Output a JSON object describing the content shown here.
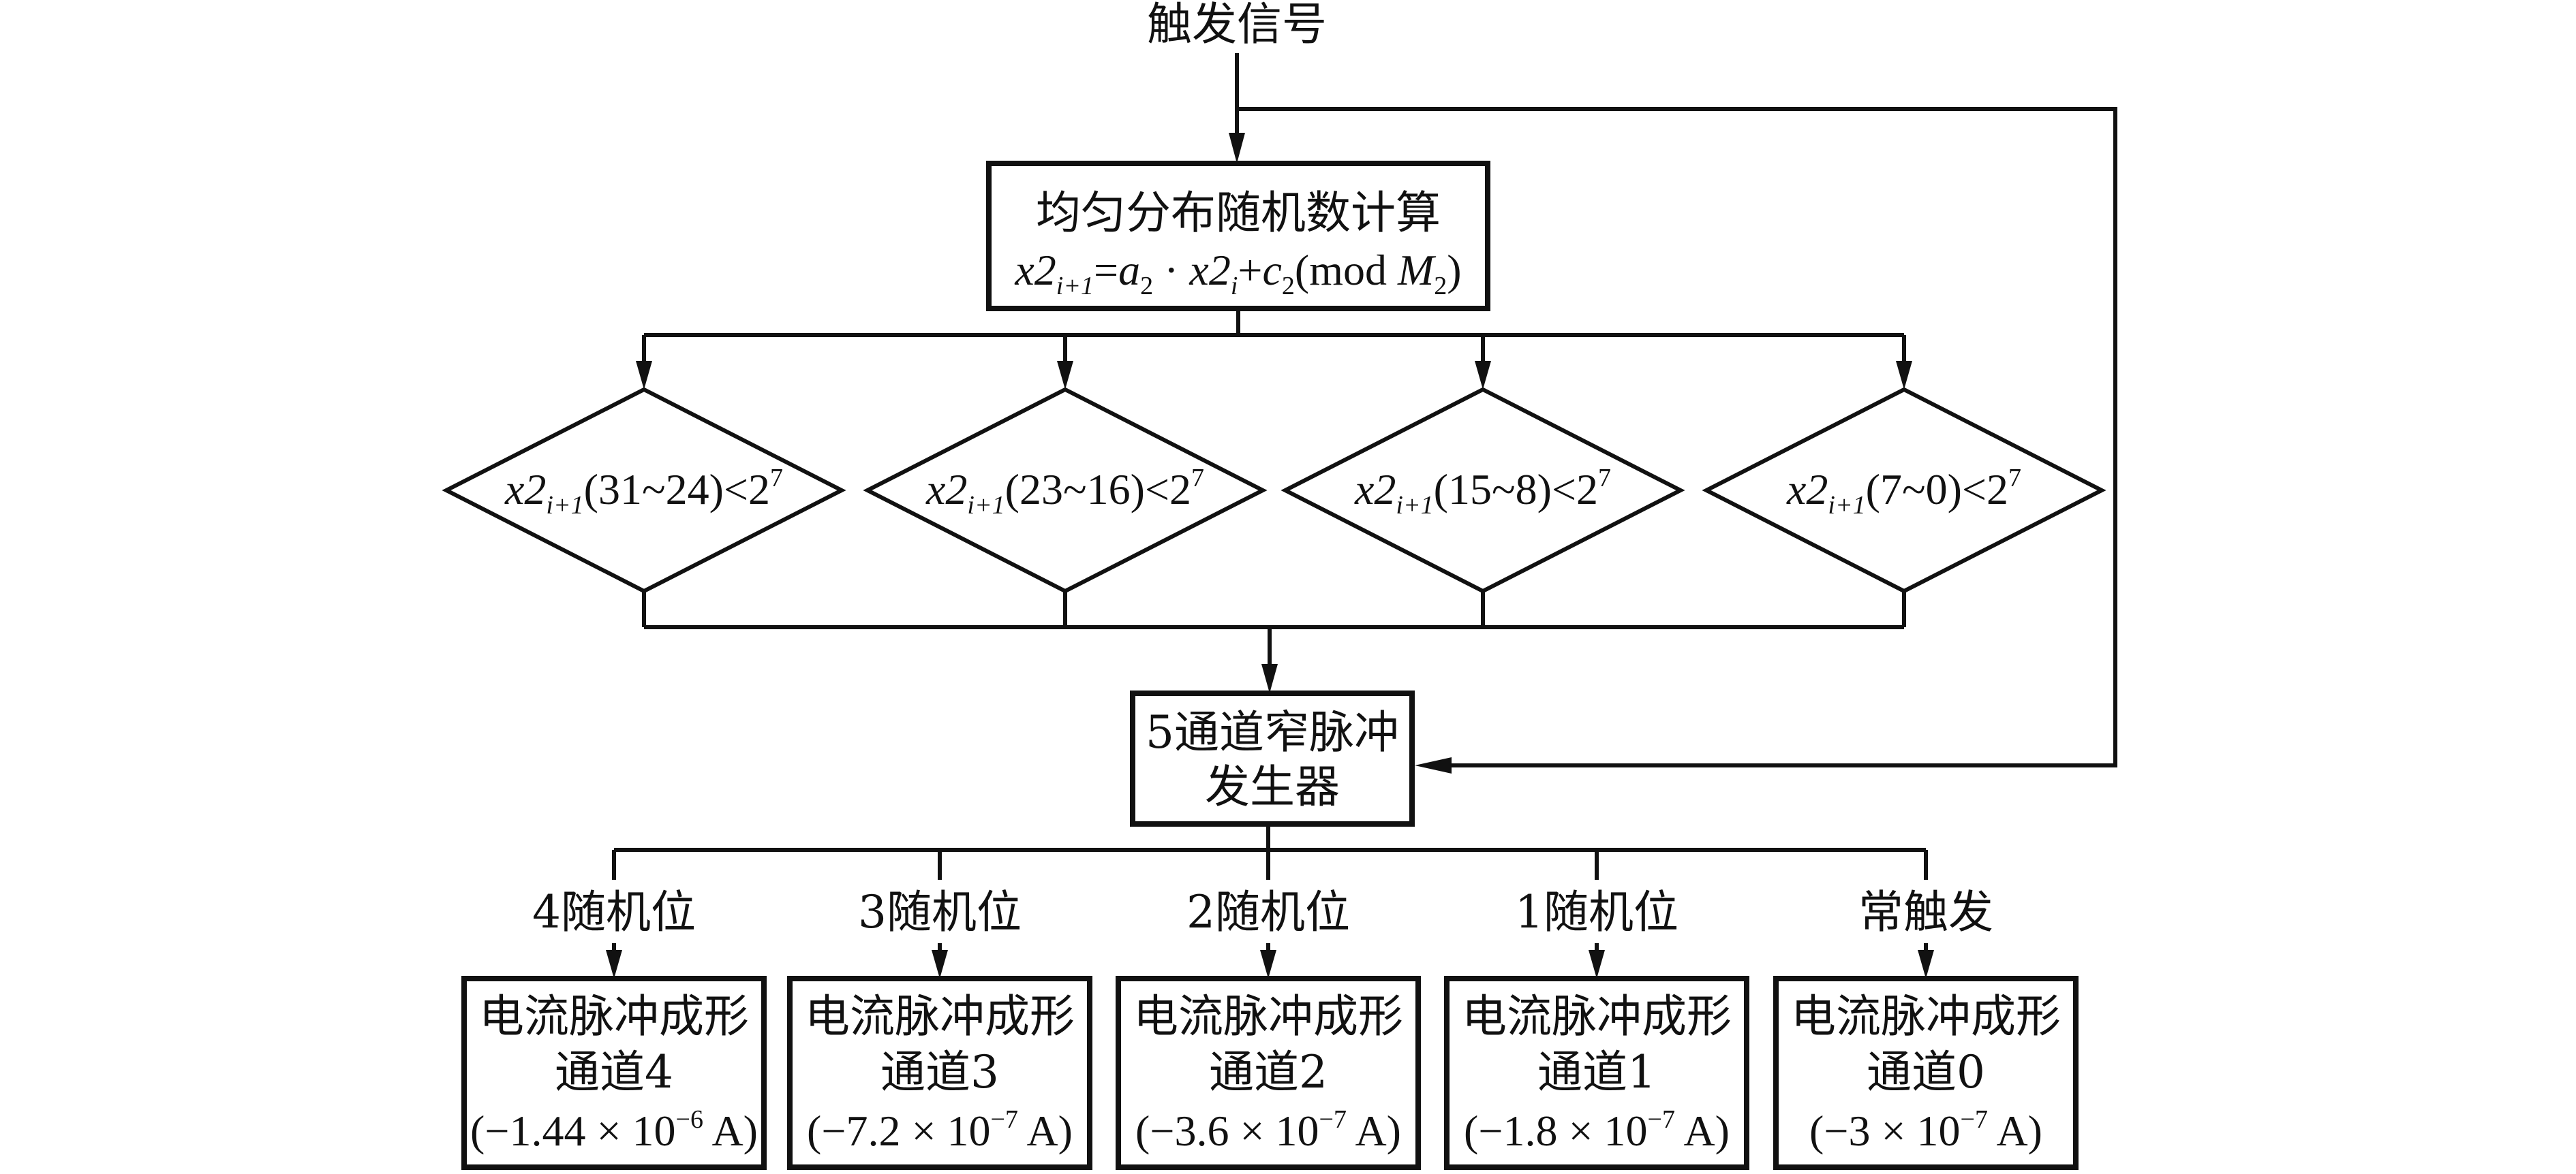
{
  "trigger_label": "触发信号",
  "random_box": {
    "title": "均匀分布随机数计算",
    "formula": {
      "lhs": "x2",
      "lhs_sub": "i+1",
      "eq": "=",
      "a": "a",
      "a_sub": "2",
      "dot": " · ",
      "x": "x2",
      "x_sub": "i",
      "plus": "+",
      "c": "c",
      "c_sub": "2",
      "mod": "(mod ",
      "M": "M",
      "M_sub": "2",
      "close": ")"
    }
  },
  "conditions": [
    {
      "var": "x2",
      "sub": "i+1",
      "range": "(31~24)<2",
      "sup": "7"
    },
    {
      "var": "x2",
      "sub": "i+1",
      "range": "(23~16)<2",
      "sup": "7"
    },
    {
      "var": "x2",
      "sub": "i+1",
      "range": "(15~8)<2",
      "sup": "7"
    },
    {
      "var": "x2",
      "sub": "i+1",
      "range": "(7~0)<2",
      "sup": "7"
    }
  ],
  "pulse_generator": {
    "line1": "5通道窄脉冲",
    "line2": "发生器"
  },
  "branches": [
    {
      "label": "4随机位",
      "box_line1": "电流脉冲成形",
      "box_line2": "通道4",
      "current_pre": "(−1.44 × 10",
      "current_exp": "−6",
      "current_post": " A)"
    },
    {
      "label": "3随机位",
      "box_line1": "电流脉冲成形",
      "box_line2": "通道3",
      "current_pre": "(−7.2 × 10",
      "current_exp": "−7",
      "current_post": " A)"
    },
    {
      "label": "2随机位",
      "box_line1": "电流脉冲成形",
      "box_line2": "通道2",
      "current_pre": "(−3.6 × 10",
      "current_exp": "−7",
      "current_post": " A)"
    },
    {
      "label": "1随机位",
      "box_line1": "电流脉冲成形",
      "box_line2": "通道1",
      "current_pre": "(−1.8 × 10",
      "current_exp": "−7",
      "current_post": " A)"
    },
    {
      "label": "常触发",
      "box_line1": "电流脉冲成形",
      "box_line2": "通道0",
      "current_pre": "(−3 × 10",
      "current_exp": "−7",
      "current_post": " A)"
    }
  ]
}
